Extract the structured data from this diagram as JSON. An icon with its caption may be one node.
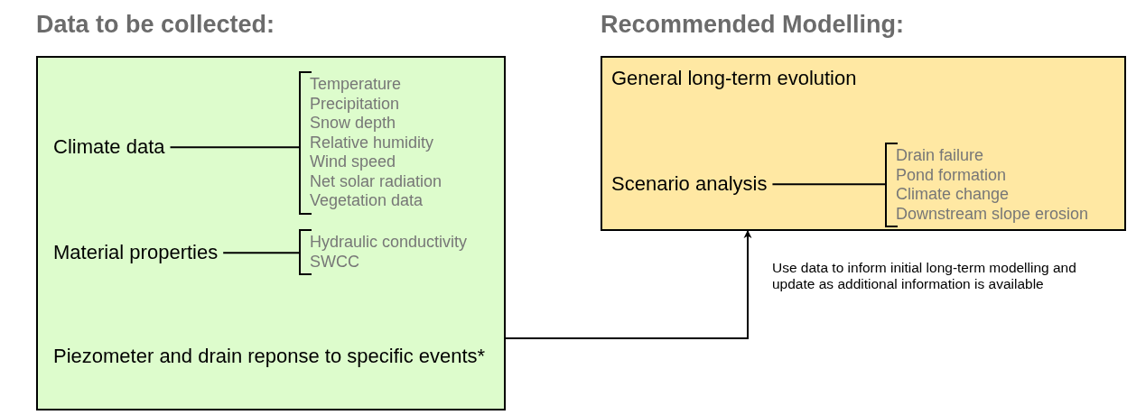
{
  "diagram": {
    "nodes": [
      {
        "text": [
          "Data to be collected:"
        ]
      },
      {
        "text": [
          "Climate data"
        ],
        "in": 0
      },
      {
        "text": [
          "Temperature",
          "Precipitation",
          "Snow depth",
          "Relative humidity",
          "Wind speed",
          "Net solar radiation",
          "Vegetation data"
        ],
        "in": 0
      },
      {
        "text": [
          "Material properties"
        ],
        "in": 0
      },
      {
        "text": [
          "Hydraulic conductivity",
          "SWCC"
        ],
        "in": 0
      },
      {
        "text": [
          "Piezometer and drain reponse to specific events*"
        ],
        "in": 0
      },
      {
        "text": [
          "Recommended Modelling:",
          "General long-term evolution"
        ]
      },
      {
        "text": [
          "Scenario analysis"
        ],
        "in": 6
      },
      {
        "text": [
          "Drain failure",
          "Pond formation",
          "Climate change",
          "Downstream slope erosion"
        ],
        "in": 6
      }
    ],
    "edges": [
      {
        "from": 1,
        "to": 2,
        "arrow": "none"
      },
      {
        "from": 3,
        "to": 4,
        "arrow": "none"
      },
      {
        "from": 7,
        "to": 8,
        "arrow": "none"
      },
      {
        "from": 0,
        "to": 6,
        "arrow": "to"
      }
    ],
    "labels": [
      "Use data to inform initial long-term modelling and update as additional information is available"
    ]
  }
}
